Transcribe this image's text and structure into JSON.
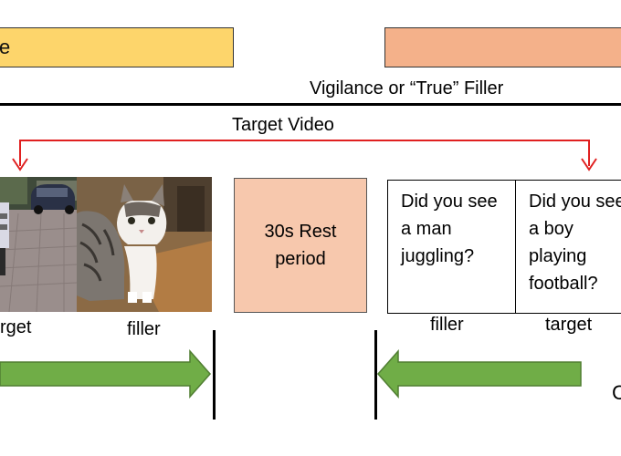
{
  "phases": {
    "left_box_text": "e",
    "right_box_text": "",
    "vigilance_label": "Vigilance or “True” Filler",
    "target_video_label": "Target Video"
  },
  "clips": {
    "street_caption": "rget",
    "cat_caption": "filler"
  },
  "rest": {
    "label": "30s Rest period"
  },
  "questions": [
    {
      "text": "Did you see a man juggling?",
      "caption": "filler"
    },
    {
      "text": "Did you see a boy playing football?",
      "caption": "target"
    }
  ],
  "right_edge_text": "C",
  "colors": {
    "yellow_box": "#fdd56b",
    "peach_box": "#f4b18a",
    "rest_box": "#f7c8ad",
    "arrow_green": "#70ad47",
    "arrow_green_border": "#507e32",
    "bracket_red": "#e02020"
  }
}
